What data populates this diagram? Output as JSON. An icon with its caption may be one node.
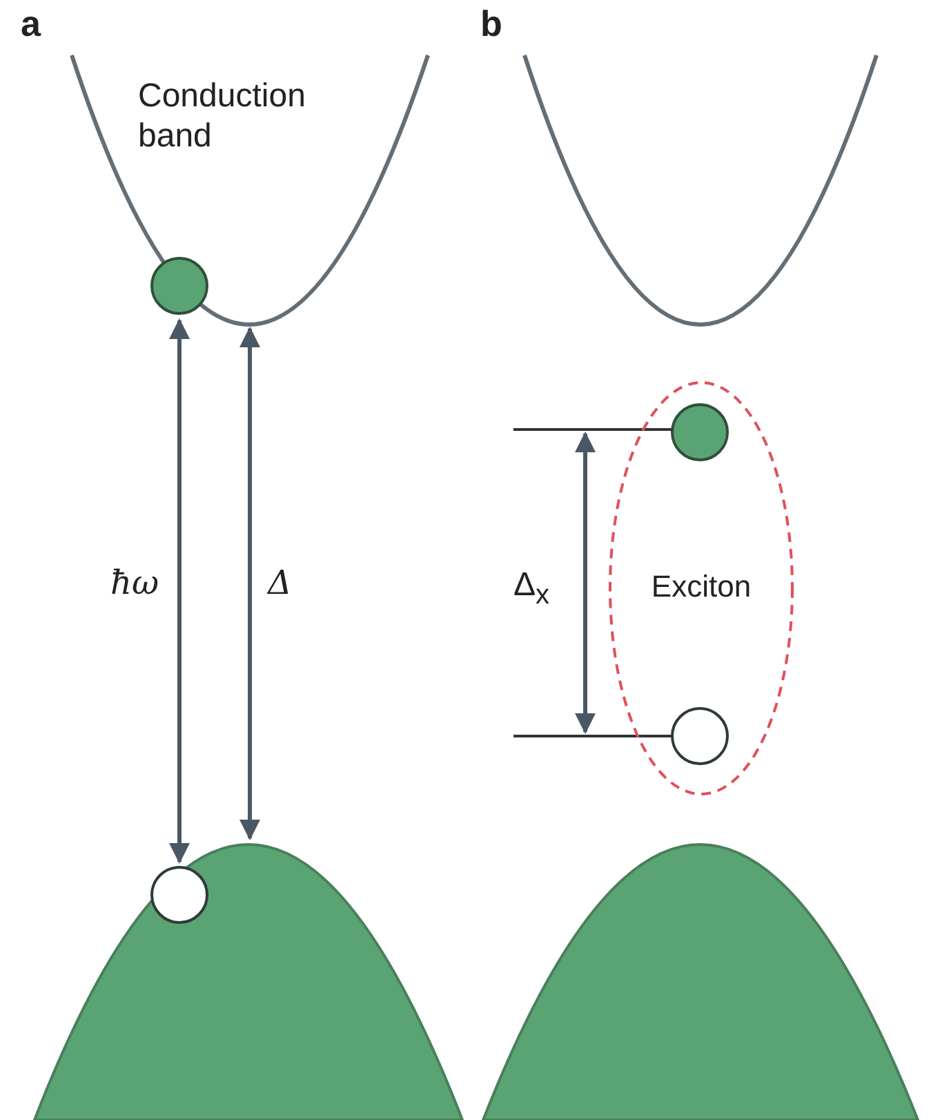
{
  "diagram": {
    "nodes": [
      {
        "text": [
          "Exciton"
        ]
      }
    ],
    "edges": [],
    "labels": [
      "a",
      "Conduction band",
      "ħω",
      "Δ",
      "b",
      "Δ$_{x}$"
    ]
  }
}
